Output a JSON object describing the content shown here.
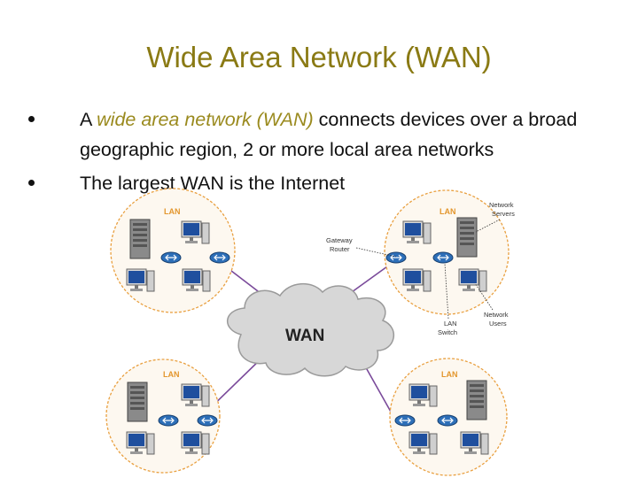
{
  "slide": {
    "title": "Wide Area Network (WAN)",
    "bullets": [
      {
        "before": "A ",
        "emphasis": "wide area network (WAN)",
        "after": " connects devices over a broad geographic region, 2 or more local area networks"
      },
      {
        "before": "The largest WAN is the Internet",
        "emphasis": "",
        "after": ""
      }
    ]
  },
  "diagram": {
    "wan_label": "WAN",
    "lan_labels": [
      "LAN",
      "LAN",
      "LAN",
      "LAN"
    ],
    "annotations": {
      "gateway_line1": "Gateway",
      "gateway_line2": "Router",
      "servers_line1": "Network",
      "servers_line2": "Servers",
      "switch_line1": "LAN",
      "switch_line2": "Switch",
      "users_line1": "Network",
      "users_line2": "Users"
    },
    "colors": {
      "lan_ring": "#e9a040",
      "link": "#7a4a9a",
      "monitor_screen": "#1f4f9e",
      "router": "#2d6fb8",
      "cloud": "#d7d7d7"
    }
  }
}
